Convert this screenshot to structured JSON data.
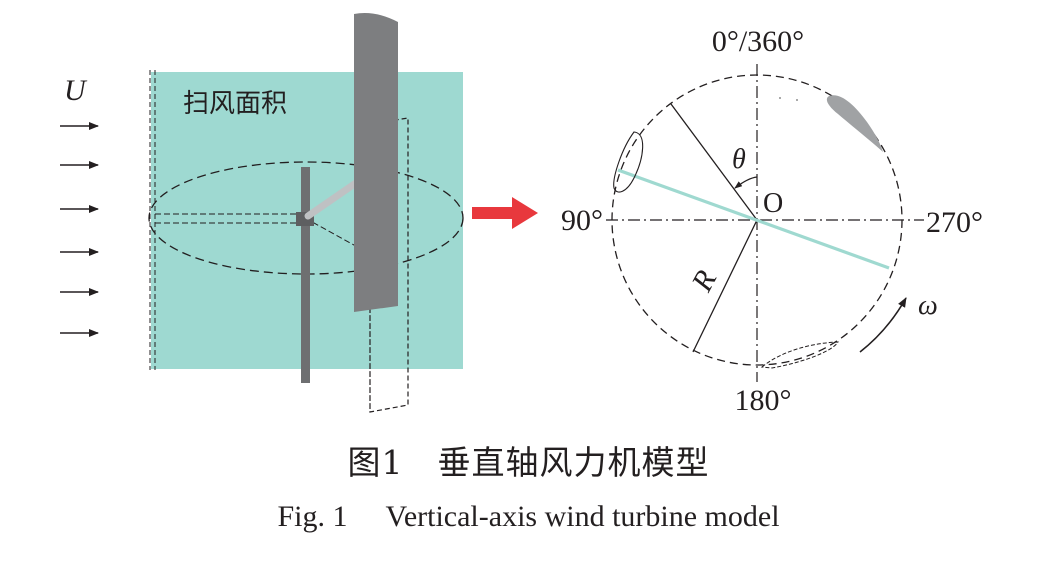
{
  "figure": {
    "left_panel": {
      "wind_label": "U",
      "area_label": "扫风面积"
    },
    "right_panel": {
      "angle_top": "0°/360°",
      "angle_left": "90°",
      "angle_right": "270°",
      "angle_bottom": "180°",
      "origin_label": "O",
      "theta_label": "θ",
      "radius_label": "R",
      "omega_label": "ω"
    },
    "colors": {
      "swept_area": "#9ed9d1",
      "blade": "#7d7e80",
      "arm": "#bfc1c3",
      "arrow": "#e8383d",
      "rotor_line": "#9fd9d0",
      "ink": "#231f20"
    }
  },
  "caption": {
    "cn_number": "图1",
    "cn_title": "垂直轴风力机模型",
    "en_number": "Fig. 1",
    "en_title": "Vertical-axis wind turbine model"
  }
}
